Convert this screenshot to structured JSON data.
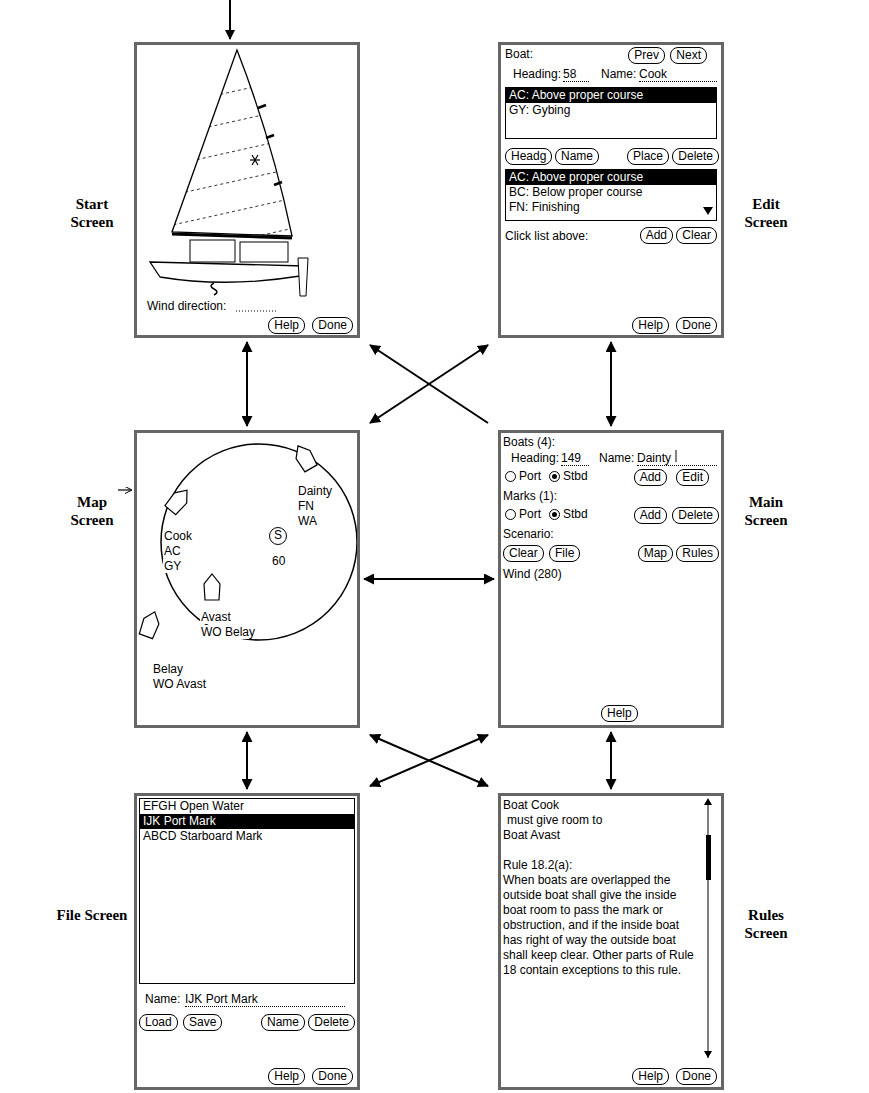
{
  "diagram": {
    "nodes": [
      {
        "text": [
          "Start Screen",
          "Wind direction:"
        ]
      },
      {
        "text": [
          "Help"
        ],
        "in": 0
      },
      {
        "text": [
          "Done"
        ],
        "in": 0
      },
      {
        "text": [
          "Edit Screen",
          "Boat:",
          "Heading:",
          "58",
          "Name:",
          "Cook",
          "Click list above:"
        ]
      },
      {
        "text": [
          "Prev"
        ],
        "in": 3
      },
      {
        "text": [
          "Next"
        ],
        "in": 3
      },
      {
        "text": [
          "AC: Above proper course",
          "GY: Gybing"
        ],
        "in": 3
      },
      {
        "text": [
          "Headg"
        ],
        "in": 3
      },
      {
        "text": [
          "Name"
        ],
        "in": 3
      },
      {
        "text": [
          "Place"
        ],
        "in": 3
      },
      {
        "text": [
          "Delete"
        ],
        "in": 3
      },
      {
        "text": [
          "AC: Above proper course",
          "BC: Below proper course",
          "FN: Finishing"
        ],
        "in": 3
      },
      {
        "text": [
          "Add"
        ],
        "in": 3
      },
      {
        "text": [
          "Clear"
        ],
        "in": 3
      },
      {
        "text": [
          "Help"
        ],
        "in": 3
      },
      {
        "text": [
          "Done"
        ],
        "in": 3
      },
      {
        "text": [
          "Map Screen",
          "Cook",
          "AC",
          "GY",
          "60",
          "Dainty",
          "FN",
          "WA",
          "Avast",
          "WO Belay",
          "Belay",
          "WO Avast"
        ]
      },
      {
        "text": [
          "S"
        ],
        "in": 16
      },
      {
        "text": [
          "Main Screen",
          "Boats (4):",
          "Heading:",
          "149",
          "Name:",
          "Dainty",
          "Port",
          "Stbd",
          "Marks (1):",
          "Port",
          "Stbd",
          "Scenario:",
          "Wind (280)"
        ]
      },
      {
        "text": [
          "Add"
        ],
        "in": 18
      },
      {
        "text": [
          "Edit"
        ],
        "in": 18
      },
      {
        "text": [
          "Add"
        ],
        "in": 18
      },
      {
        "text": [
          "Delete"
        ],
        "in": 18
      },
      {
        "text": [
          "Clear"
        ],
        "in": 18
      },
      {
        "text": [
          "File"
        ],
        "in": 18
      },
      {
        "text": [
          "Map"
        ],
        "in": 18
      },
      {
        "text": [
          "Rules"
        ],
        "in": 18
      },
      {
        "text": [
          "Help"
        ],
        "in": 18
      },
      {
        "text": [
          "File Screen",
          "Name:",
          "IJK Port Mark"
        ]
      },
      {
        "text": [
          "EFGH Open Water",
          "IJK Port Mark",
          "ABCD Starboard Mark"
        ],
        "in": 28
      },
      {
        "text": [
          "Load"
        ],
        "in": 28
      },
      {
        "text": [
          "Save"
        ],
        "in": 28
      },
      {
        "text": [
          "Name"
        ],
        "in": 28
      },
      {
        "text": [
          "Delete"
        ],
        "in": 28
      },
      {
        "text": [
          "Help"
        ],
        "in": 28
      },
      {
        "text": [
          "Done"
        ],
        "in": 28
      },
      {
        "text": [
          "Rules Screen",
          "Boat Cook",
          "must give room to",
          "Boat Avast",
          "Rule 18.2(a):",
          "When boats are overlapped the outside boat shall give the inside boat room to pass the mark or obstruction, and if the inside boat has right of way the outside boat shall keep clear. Other parts of Rule 18 contain exceptions to this rule."
        ]
      },
      {
        "text": [
          "Help"
        ],
        "in": 36
      },
      {
        "text": [
          "Done"
        ],
        "in": 36
      }
    ],
    "edges": [
      {
        "from": 0,
        "to": 16,
        "arrow": "both"
      },
      {
        "from": 16,
        "to": 3,
        "arrow": "both"
      },
      {
        "from": 18,
        "to": 0,
        "arrow": "to"
      },
      {
        "from": 3,
        "to": 18,
        "arrow": "both"
      },
      {
        "from": 16,
        "to": 18,
        "arrow": "both"
      },
      {
        "from": 16,
        "to": 28,
        "arrow": "both"
      },
      {
        "from": 18,
        "to": 36,
        "arrow": "both"
      },
      {
        "from": 16,
        "to": 36,
        "arrow": "both"
      },
      {
        "from": 18,
        "to": 28,
        "arrow": "both"
      }
    ]
  }
}
